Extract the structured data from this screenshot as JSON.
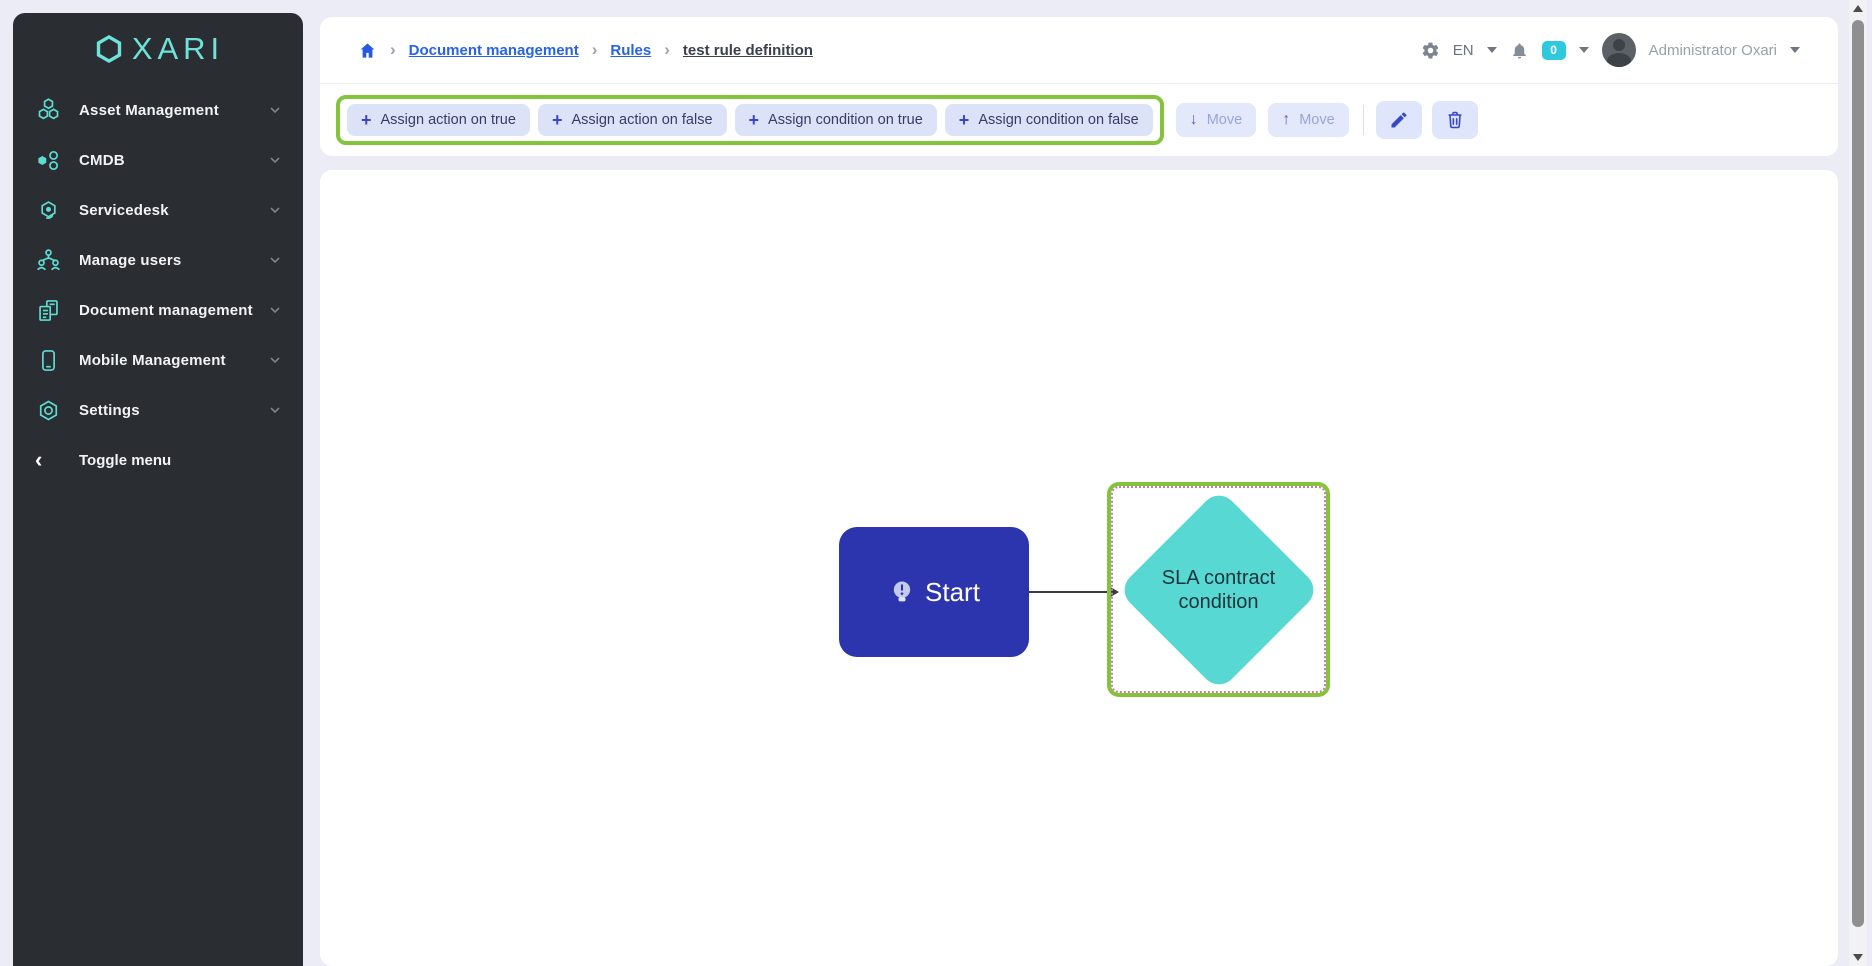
{
  "brand": {
    "name": "OXARI",
    "name_after_mark": "XARI"
  },
  "sidebar": {
    "items": [
      {
        "label": "Asset Management"
      },
      {
        "label": "CMDB"
      },
      {
        "label": "Servicedesk"
      },
      {
        "label": "Manage users"
      },
      {
        "label": "Document management"
      },
      {
        "label": "Mobile Management"
      },
      {
        "label": "Settings"
      }
    ],
    "toggle_label": "Toggle menu"
  },
  "breadcrumb": {
    "links": [
      "Document management",
      "Rules"
    ],
    "current": "test rule definition"
  },
  "header": {
    "language": "EN",
    "notification_count": "0",
    "user_name": "Administrator Oxari"
  },
  "toolbar": {
    "assign_buttons": [
      {
        "label": "Assign action on true"
      },
      {
        "label": "Assign action on false"
      },
      {
        "label": "Assign condition on true"
      },
      {
        "label": "Assign condition on false"
      }
    ],
    "move_down_label": "Move",
    "move_up_label": "Move"
  },
  "canvas": {
    "start_node_label": "Start",
    "condition_node_label": "SLA contract condition"
  },
  "icons": {
    "plus": "+",
    "arrow_down": "↓",
    "arrow_up": "↑",
    "breadcrumb_separator": "›",
    "chevron_left": "‹"
  },
  "colors": {
    "accent_teal": "#5fdcd2",
    "highlight_green": "#84c43c",
    "node_blue": "#2c35ad",
    "node_teal": "#58d8d3",
    "badge_cyan": "#2fc9dd",
    "link_blue": "#2762ea",
    "sidebar_bg": "#2a2d31"
  }
}
